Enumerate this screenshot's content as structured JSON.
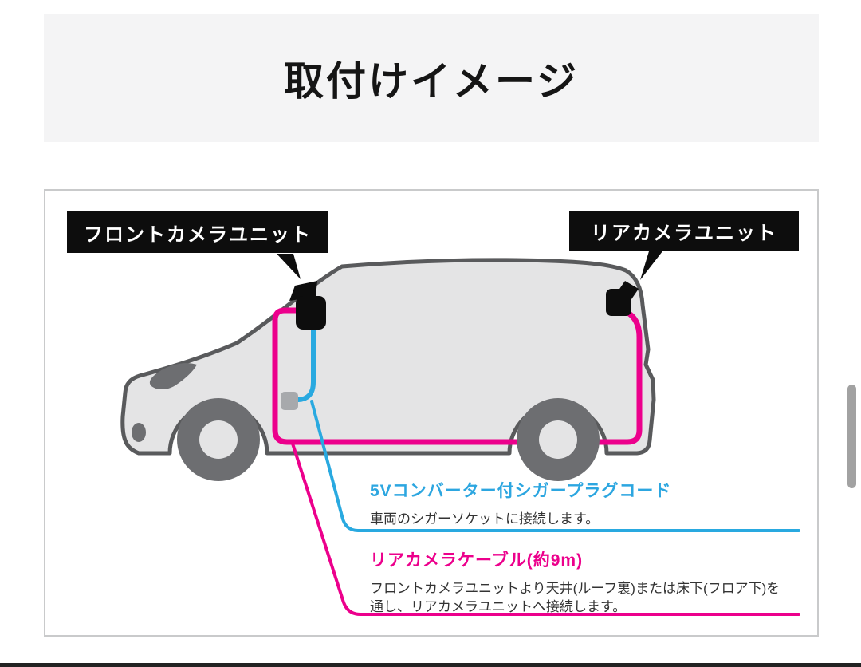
{
  "title": "取付けイメージ",
  "diagram": {
    "front_camera_label": "フロントカメラユニット",
    "rear_camera_label": "リアカメラユニット",
    "cigar_cord": {
      "title": "5Vコンバーター付シガープラグコード",
      "description": "車両のシガーソケットに接続します。",
      "color": "#29a9e0"
    },
    "rear_cable": {
      "title": "リアカメラケーブル(約9m)",
      "description_line1": "フロントカメラユニットより天井(ルーフ裏)または床下(フロア下)を",
      "description_line2": "通し、リアカメラユニットへ接続します。",
      "color": "#ec008c"
    }
  },
  "colors": {
    "accent_pink": "#ec008c",
    "accent_blue": "#29a9e0",
    "van_outline": "#595a5c",
    "van_fill": "#e4e4e5",
    "wheel_gray": "#6d6e71",
    "label_bg": "#0d0d0d",
    "title_band_bg": "#f4f4f5",
    "scrollbar": "#a2a2a2"
  }
}
